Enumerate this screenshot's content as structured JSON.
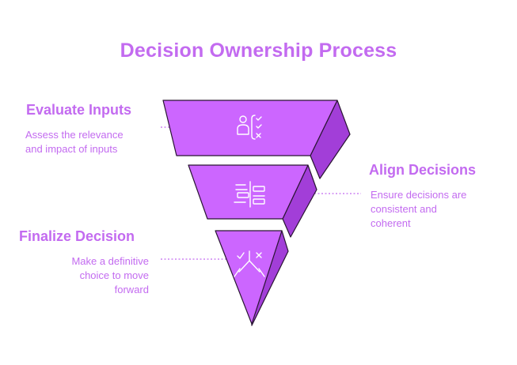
{
  "title": "Decision Ownership Process",
  "colors": {
    "accent": "#c36bf0",
    "face": "#cc66ff",
    "side": "#a23ed8",
    "outline": "#2a1533",
    "icon": "#ffffff"
  },
  "stages": [
    {
      "title": "Evaluate Inputs",
      "description_lines": [
        "Assess the relevance",
        "and impact of inputs"
      ],
      "icon": "person-checklist-icon"
    },
    {
      "title": "Align Decisions",
      "description_lines": [
        "Ensure decisions are",
        "consistent and",
        "coherent"
      ],
      "icon": "alignment-flow-icon"
    },
    {
      "title": "Finalize Decision",
      "description_lines": [
        "Make a definitive",
        "choice to move",
        "forward"
      ],
      "icon": "decision-paths-icon"
    }
  ]
}
